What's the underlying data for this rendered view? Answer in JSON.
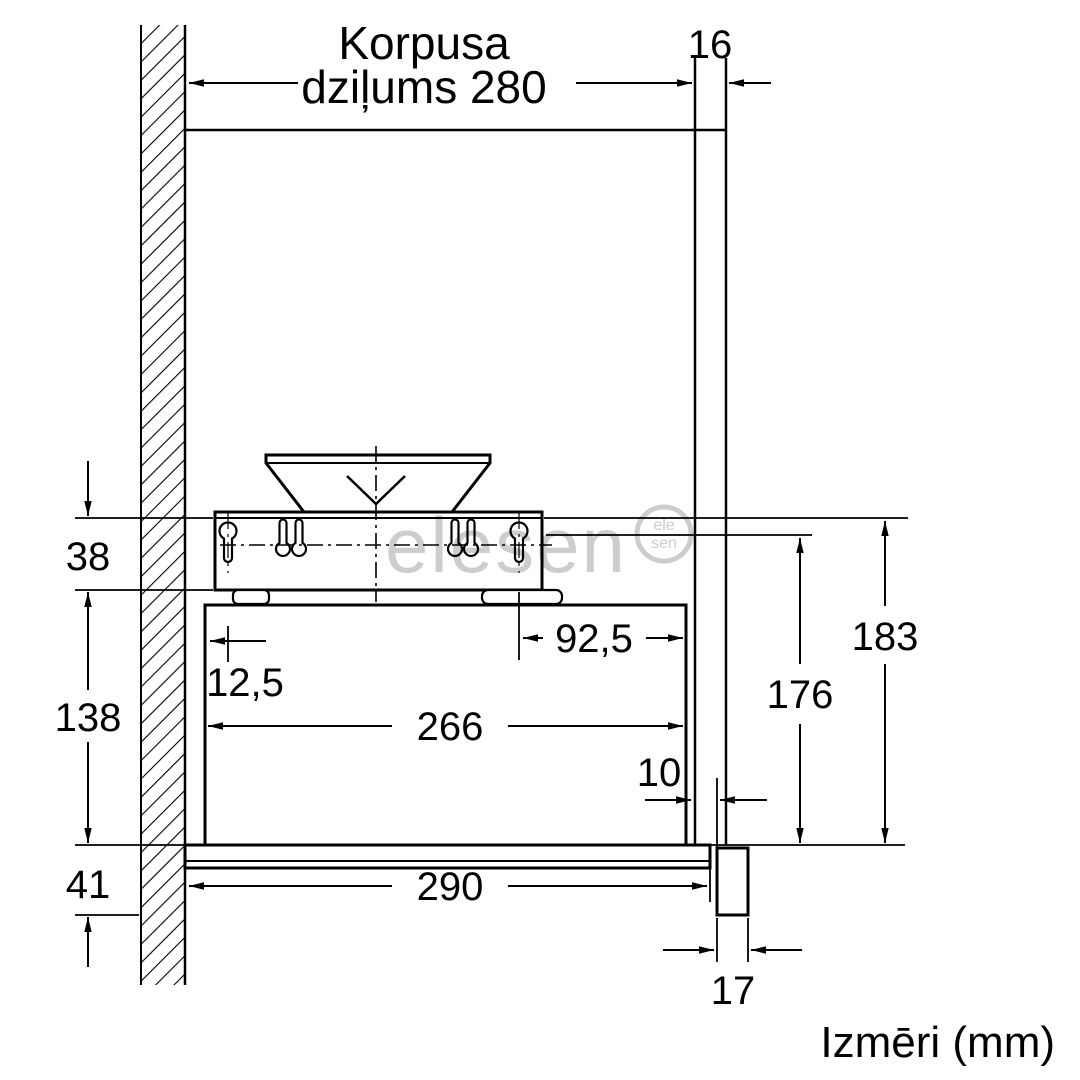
{
  "title": {
    "line1": "Korpusa",
    "line2": "dziļums 280"
  },
  "caption": "Izmēri (mm)",
  "watermark": {
    "word": "elesen",
    "logo_top": "ele",
    "logo_bottom": "sen"
  },
  "dims": {
    "panel_thickness": "16",
    "flange_height": "38",
    "body_height": "138",
    "visor_height": "41",
    "rear_fixing_offset": "12,5",
    "front_fixing_offset": "92,5",
    "body_depth": "266",
    "front_gap": "10",
    "fixing_height": "176",
    "total_height": "183",
    "visor_depth": "290",
    "lower_panel_thickness": "17"
  },
  "colors": {
    "line": "#000000",
    "watermark": "#c4c4c4",
    "background": "#ffffff"
  }
}
